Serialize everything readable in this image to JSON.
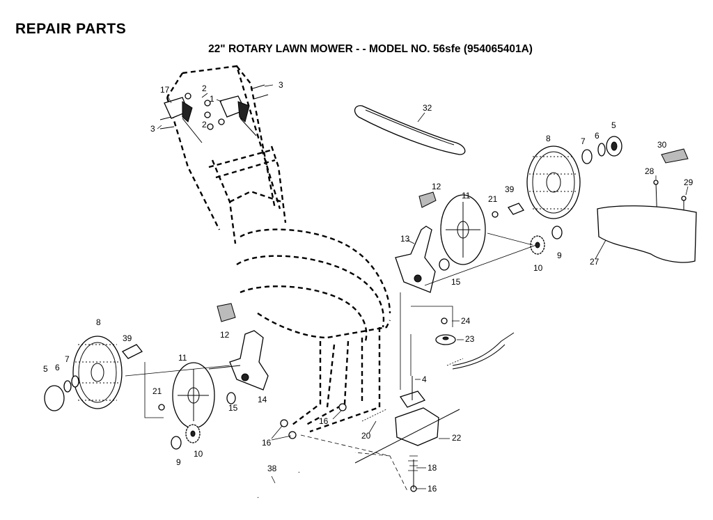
{
  "header": {
    "section_title": "REPAIR PARTS",
    "diagram_title": "22\" ROTARY LAWN MOWER - - MODEL NO. 56sfe (954065401A)"
  },
  "callouts": {
    "c17": "17",
    "c2a": "2",
    "c2b": "2",
    "c1": "1",
    "c3a": "3",
    "c3b": "3",
    "c32": "32",
    "c8a": "8",
    "c7a": "7",
    "c6a": "6",
    "c5a": "5",
    "c30": "30",
    "c12a": "12",
    "c11a": "11",
    "c21a": "21",
    "c39a": "39",
    "c28": "28",
    "c29": "29",
    "c13": "13",
    "c10a": "10",
    "c9a": "9",
    "c15a": "15",
    "c27": "27",
    "c24": "24",
    "c23": "23",
    "c12b": "12",
    "c8b": "8",
    "c39b": "39",
    "c7b": "7",
    "c5b": "5",
    "c6b": "6",
    "c11b": "11",
    "c4": "4",
    "c14": "14",
    "c21b": "21",
    "c15b": "15",
    "c16a": "16",
    "c16b": "16",
    "c20": "20",
    "c22": "22",
    "c18": "18",
    "c9b": "9",
    "c10b": "10",
    "c38": "38",
    "c16c": "16"
  }
}
